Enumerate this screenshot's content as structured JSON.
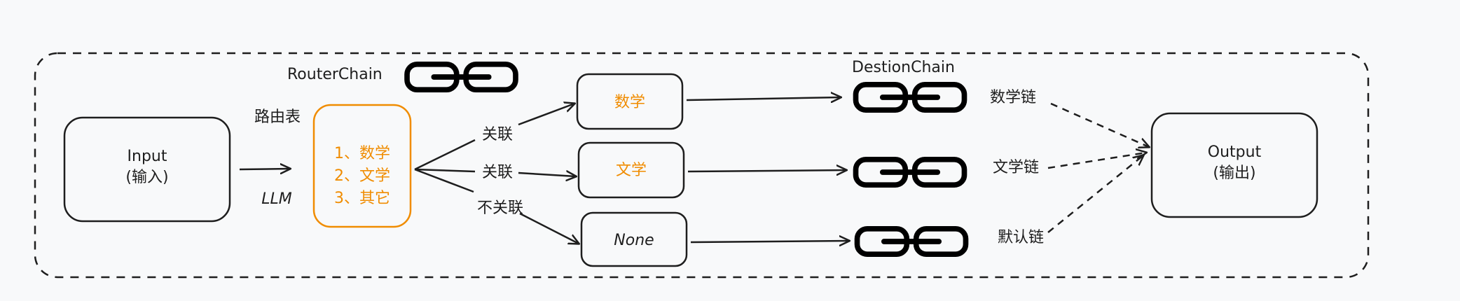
{
  "router_chain": {
    "label": "RouterChain",
    "input_box": {
      "line1": "Input",
      "line2": "(输入)"
    },
    "input_arrow_label": "LLM",
    "routing_table_label": "路由表",
    "routing_items": [
      "1、数学",
      "2、文学",
      "3、其它"
    ],
    "relations": [
      "关联",
      "关联",
      "不关联"
    ]
  },
  "destination_chain": {
    "label": "DestionChain",
    "destinations": [
      {
        "name": "数学",
        "chain_label": "数学链",
        "highlight": true
      },
      {
        "name": "文学",
        "chain_label": "文学链",
        "highlight": true
      },
      {
        "name": "None",
        "chain_label": "默认链",
        "highlight": false
      }
    ]
  },
  "output_box": {
    "line1": "Output",
    "line2": "(输出)"
  },
  "colors": {
    "accent": "#f08c00",
    "stroke": "#1e1e1e",
    "background": "#f8f9fa"
  },
  "icons": [
    "chain-link-icon"
  ]
}
